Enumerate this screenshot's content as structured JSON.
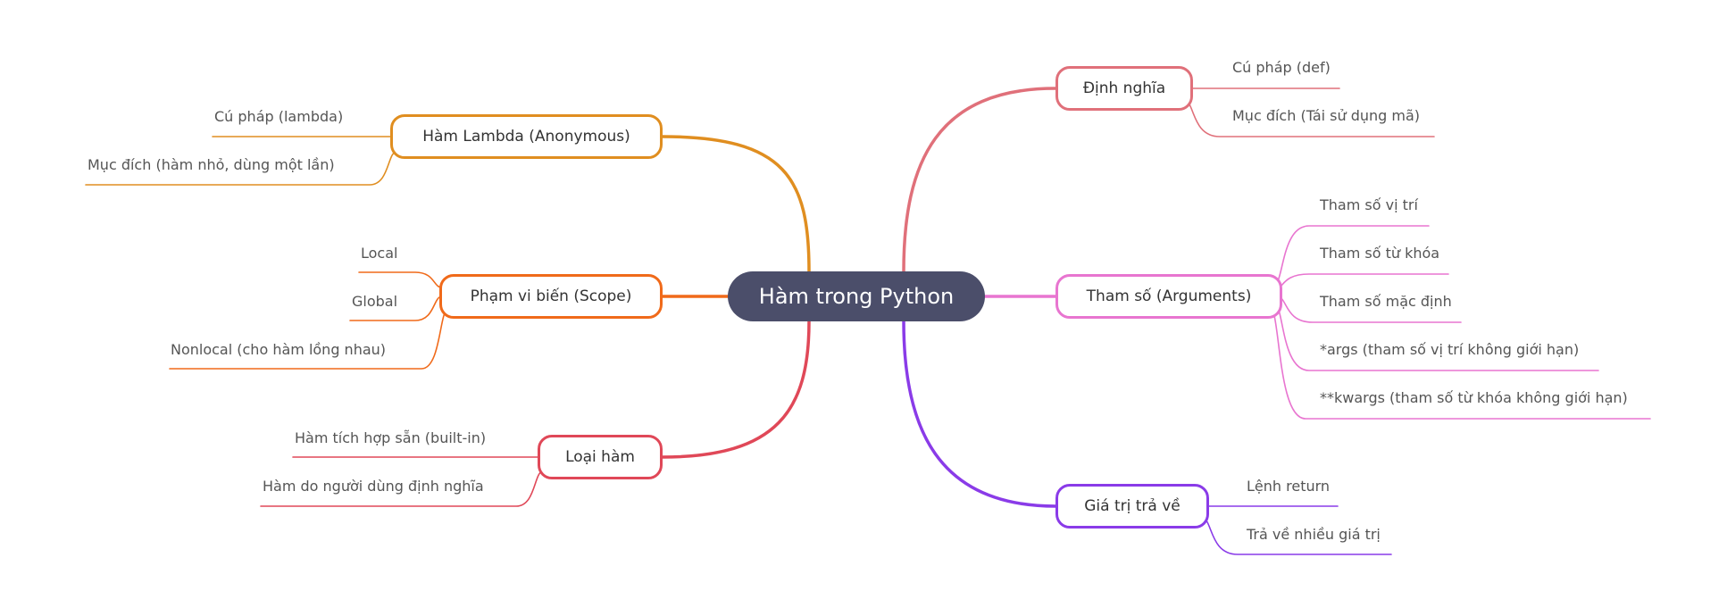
{
  "root": {
    "label": "Hàm trong Python",
    "color": "#4b4e6a"
  },
  "branches": [
    {
      "id": "dinh-nghia",
      "label": "Định nghĩa",
      "color": "#e0707a",
      "children": [
        "Cú pháp (def)",
        "Mục đích (Tái sử dụng mã)"
      ]
    },
    {
      "id": "tham-so",
      "label": "Tham số (Arguments)",
      "color": "#e875d0",
      "children": [
        "Tham số vị trí",
        "Tham số từ khóa",
        "Tham số mặc định",
        "*args (tham số vị trí không giới hạn)",
        "**kwargs (tham số từ khóa không giới hạn)"
      ]
    },
    {
      "id": "gia-tri-tra-ve",
      "label": "Giá trị trả về",
      "color": "#8a3be8",
      "children": [
        "Lệnh return",
        "Trả về nhiều giá trị"
      ]
    },
    {
      "id": "ham-lambda",
      "label": "Hàm Lambda (Anonymous)",
      "color": "#e08e20",
      "children": [
        "Cú pháp (lambda)",
        "Mục đích (hàm nhỏ, dùng một lần)"
      ]
    },
    {
      "id": "pham-vi-bien",
      "label": "Phạm vi biến (Scope)",
      "color": "#f06a1a",
      "children": [
        "Local",
        "Global",
        "Nonlocal (cho hàm lồng nhau)"
      ]
    },
    {
      "id": "loai-ham",
      "label": "Loại hàm",
      "color": "#e04858",
      "children": [
        "Hàm tích hợp sẵn (built-in)",
        "Hàm do người dùng định nghĩa"
      ]
    }
  ]
}
